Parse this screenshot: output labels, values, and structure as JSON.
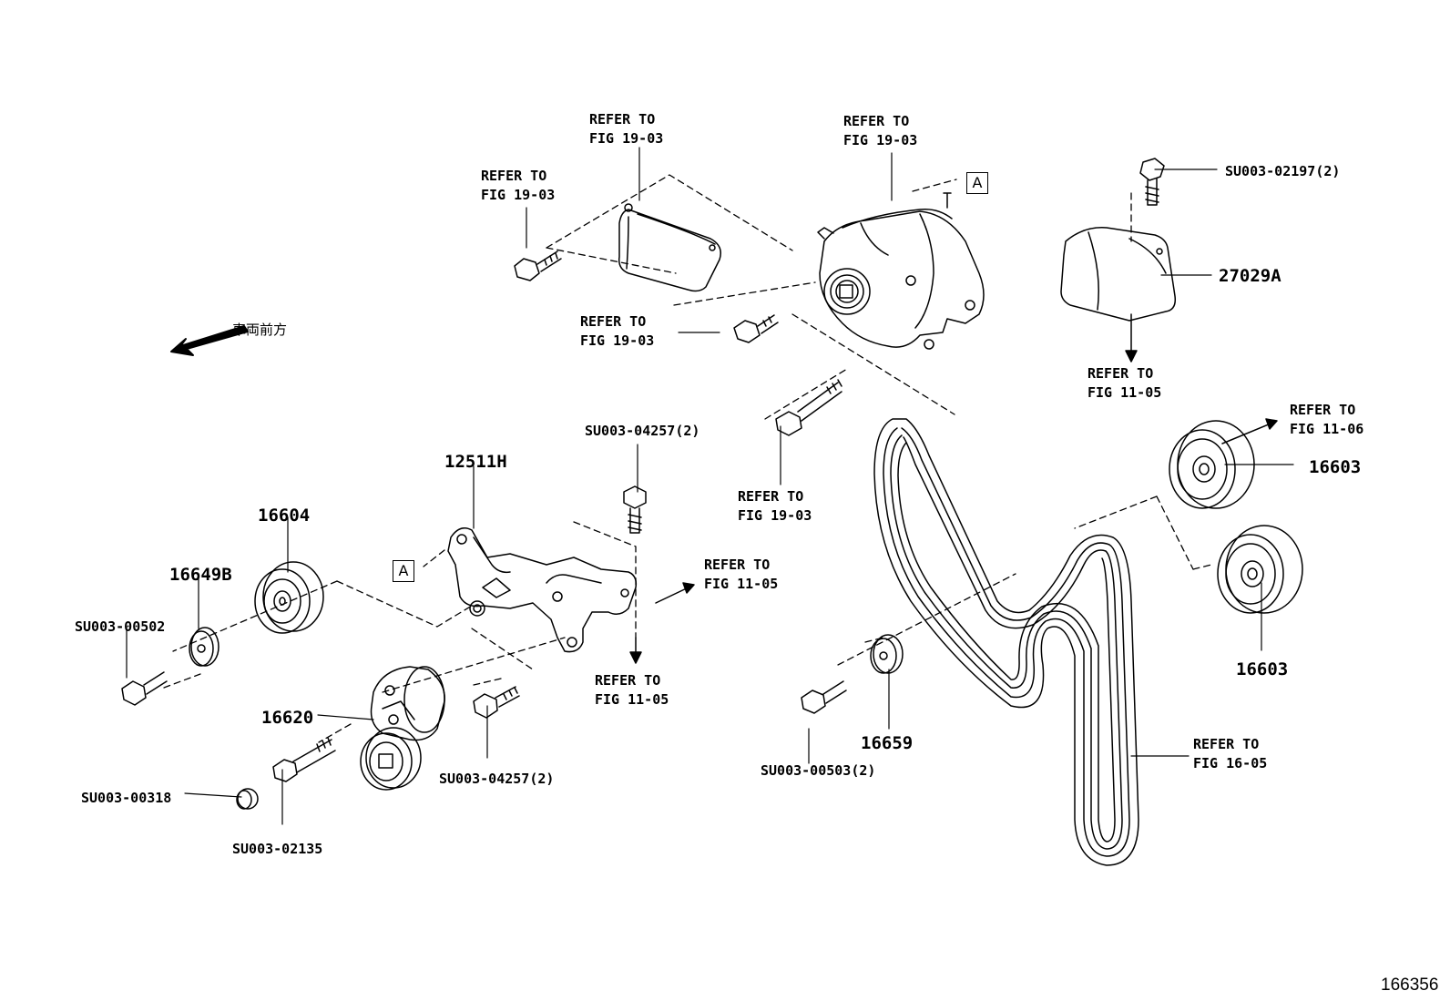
{
  "figure_number": "166356",
  "front_direction_label": "車両前方",
  "ref_marker": "A",
  "refer_labels": {
    "alt_top_left": "REFER TO\nFIG 19-03",
    "bracket_left": "REFER TO\nFIG 19-03",
    "alt_top": "REFER TO\nFIG 19-03",
    "alt_bolt": "REFER TO\nFIG 19-03",
    "alt_long_bolt": "REFER TO\nFIG 19-03",
    "cover_down": "REFER TO\nFIG 11-05",
    "pulley_right": "REFER TO\nFIG 11-06",
    "bracket_right": "REFER TO\nFIG 11-05",
    "bracket_down": "REFER TO\nFIG 11-05",
    "belt": "REFER TO\nFIG 16-05"
  },
  "parts": {
    "bolt_top_right": "SU003-02197(2)",
    "cover": "27029A",
    "idler_upper": "16603",
    "idler_lower": "16603",
    "bracket": "12511H",
    "bracket_bolt_top": "SU003-04257(2)",
    "bracket_bolt_bottom": "SU003-04257(2)",
    "pulley_left": "16604",
    "plate_left": "16649B",
    "bolt_left": "SU003-00502",
    "tensioner": "16620",
    "cap": "SU003-00318",
    "tensioner_bolt": "SU003-02135",
    "plate_mid": "16659",
    "bolt_mid": "SU003-00503(2)"
  }
}
